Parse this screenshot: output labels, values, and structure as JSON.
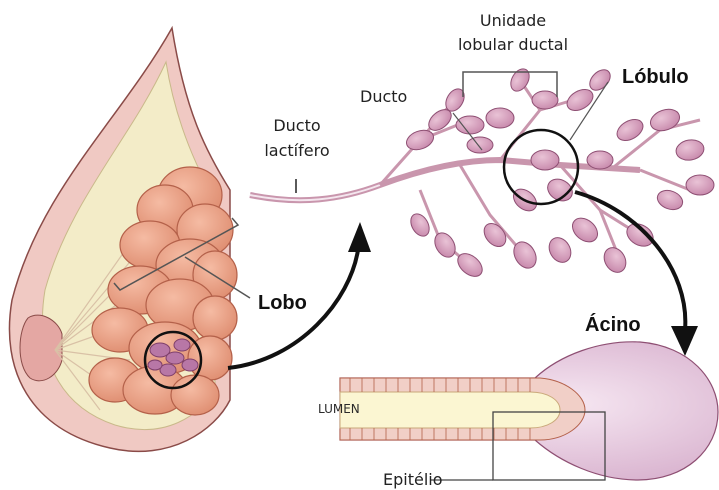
{
  "labels": {
    "unidade_line1": "Unidade",
    "unidade_line2": "lobular ductal",
    "lobulo": "Lóbulo",
    "ducto": "Ducto",
    "ducto_lactifero_line1": "Ducto",
    "ducto_lactifero_line2": "lactífero",
    "lobo": "Lobo",
    "acino": "Ácino",
    "lumen": "LUMEN",
    "epitelio": "Epitélio"
  },
  "colors": {
    "skin": "#f0c9c3",
    "skin_outline": "#8a4b48",
    "fat": "#f3ecc8",
    "lobe": "#eca58d",
    "lobe_outline": "#b4614a",
    "gland": "#d9a6c0",
    "gland_outline": "#8e4f73",
    "acinus": "#ecd2e6",
    "lumen_fill": "#fbf6d2",
    "epithelium": "#f1cfc7",
    "arrow": "#111111"
  }
}
